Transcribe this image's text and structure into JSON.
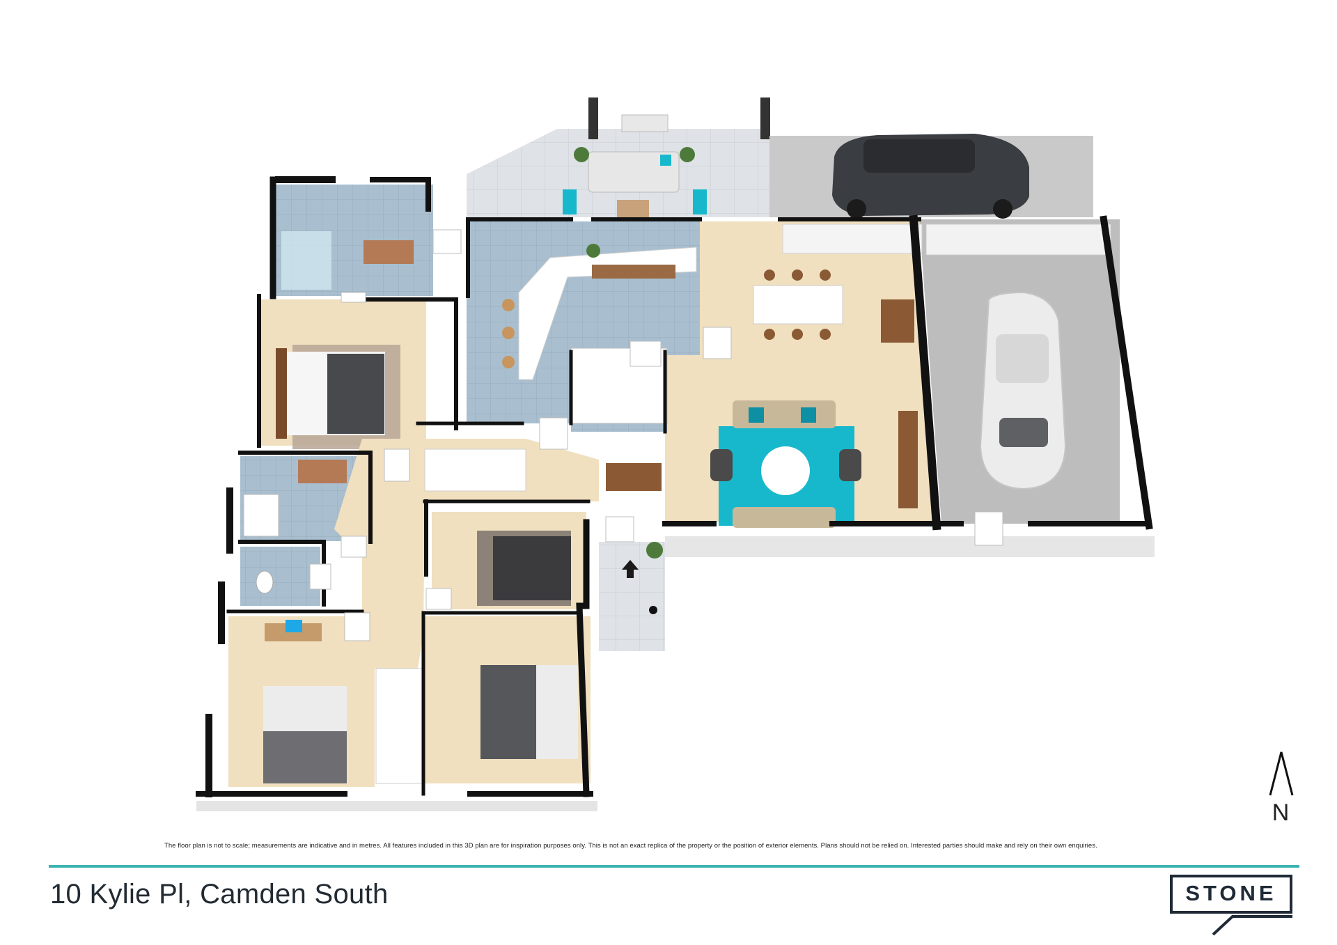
{
  "disclaimer": "The floor plan is not to scale; measurements are indicative and in metres. All features included in this 3D plan are for inspiration purposes only. This is not an exact replica of the property or the position of exterior elements. Plans should not be relied on. Interested parties should make and rely on their own enquiries.",
  "address": "10 Kylie Pl, Camden South",
  "compass": {
    "label": "N",
    "icon": "north-arrow-icon"
  },
  "brand": {
    "logo_text": "STONE",
    "color": "#1f2a36"
  },
  "colors": {
    "accent_rule": "#3fb3b1",
    "carpet": "#f0e0bf",
    "tile": "#a9bfcf",
    "garage_floor": "#bdbdbd",
    "patio": "#d7dadf",
    "rug_teal": "#17b8cc",
    "wall": "#111111"
  }
}
